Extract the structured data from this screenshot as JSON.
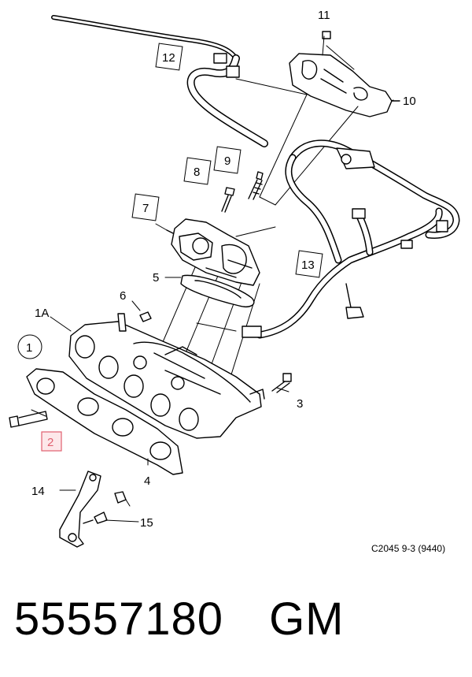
{
  "callouts": {
    "c1": "1",
    "c1a": "1A",
    "c2": "2",
    "c3": "3",
    "c4": "4",
    "c5": "5",
    "c6": "6",
    "c7": "7",
    "c8": "8",
    "c9": "9",
    "c10": "10",
    "c11": "11",
    "c12": "12",
    "c13": "13",
    "c14": "14",
    "c15": "15"
  },
  "caption": "C2045 9-3 (9440)",
  "part_number": "55557180",
  "brand": "GM",
  "colors": {
    "line": "#000000",
    "highlight": "#e06070",
    "highlight_fill": "#fde8ea"
  }
}
